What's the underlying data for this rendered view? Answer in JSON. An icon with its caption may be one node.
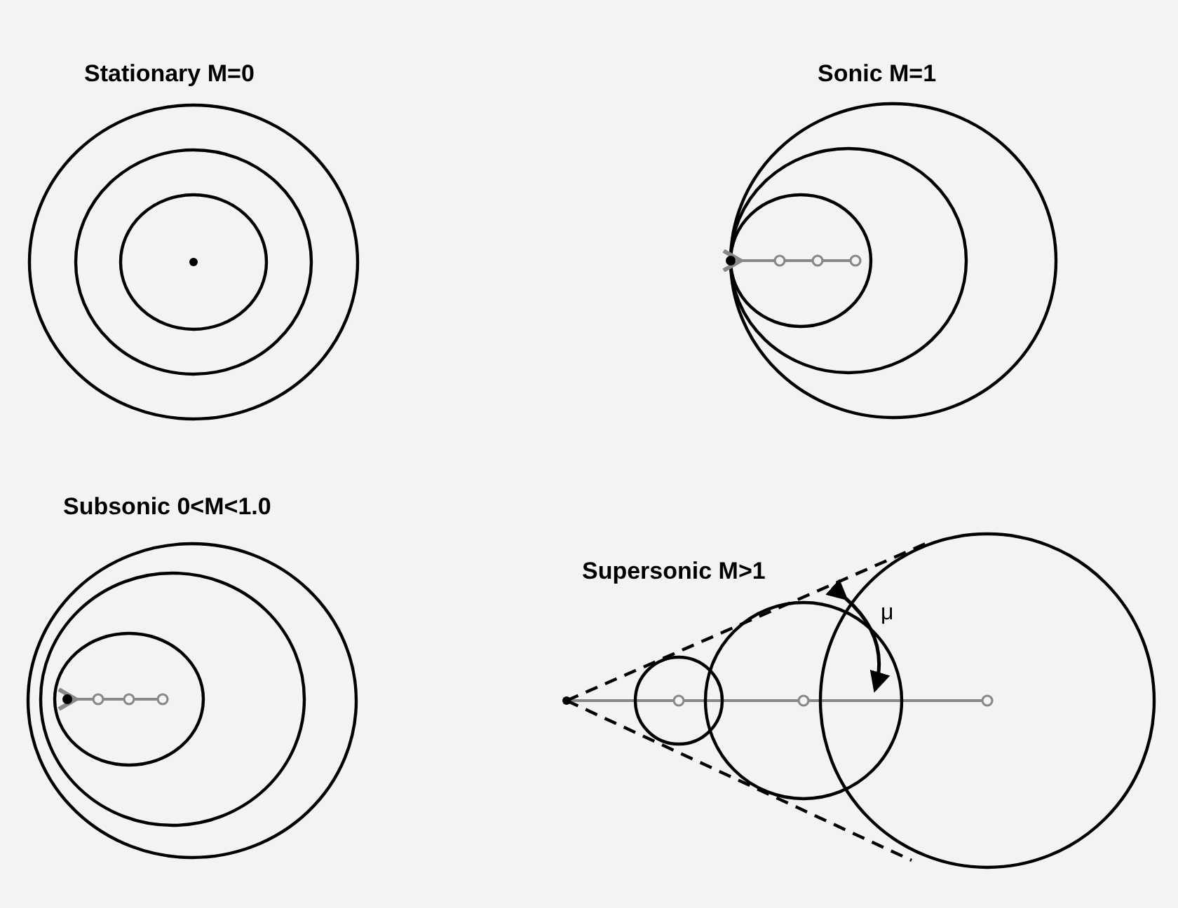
{
  "diagram": {
    "labels": [
      "Stationary M=0",
      "Sonic M=1",
      "Subsonic 0<M<1.0",
      "Supersonic M>1",
      "μ"
    ]
  }
}
